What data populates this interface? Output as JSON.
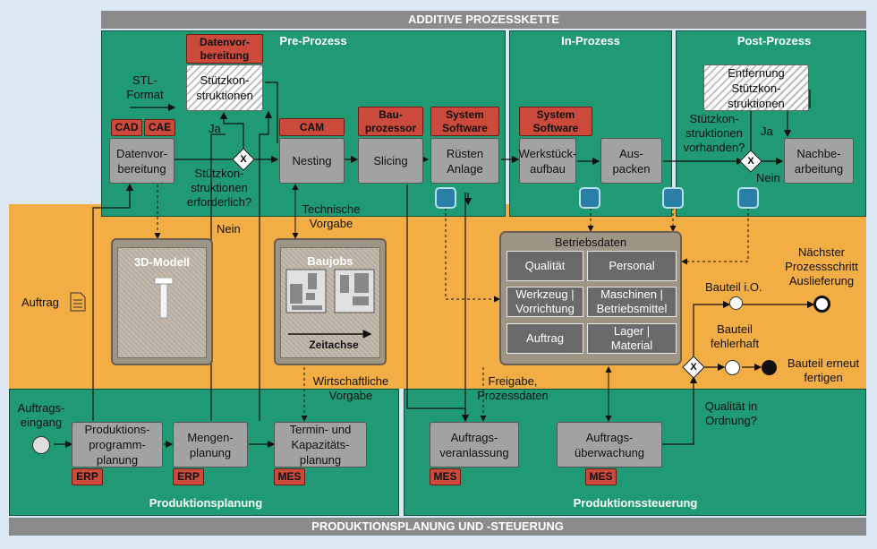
{
  "title_top": "ADDITIVE PROZESSKETTE",
  "title_bottom": "PRODUKTIONSPLANUNG UND -STEUERUNG",
  "phases": {
    "pre": "Pre-Prozess",
    "in": "In-Prozess",
    "post": "Post-Prozess"
  },
  "sections": {
    "planning": "Produktionsplanung",
    "control": "Produktionssteuerung"
  },
  "tags": {
    "datenvorbereitung": "Datenvor-\nbereitung",
    "cad": "CAD",
    "cae": "CAE",
    "cam": "CAM",
    "bauprozessor": "Bau-\nprozessor",
    "system1": "System\nSoftware",
    "system2": "System\nSoftware",
    "erp1": "ERP",
    "erp2": "ERP",
    "mes1": "MES",
    "mes2": "MES",
    "mes3": "MES"
  },
  "boxes": {
    "datenvorbereitung": "Datenvor-\nbereitung",
    "stuetzkon": "Stützkon-\nstruktionen",
    "nesting": "Nesting",
    "slicing": "Slicing",
    "ruesten": "Rüsten\nAnlage",
    "werkstueck": "Werkstück-\naufbau",
    "auspacken": "Aus-\npacken",
    "entfernung": "Entfernung\nStützkon-\nstruktionen",
    "nachbearbeitung": "Nachbe-\narbeitung",
    "produktionsprogramm": "Produktions-\nprogramm-\nplanung",
    "mengenplanung": "Mengen-\nplanung",
    "termin": "Termin- und\nKapazitäts-\nplanung",
    "auftragsveranlassung": "Auftrags-\nveranlassung",
    "auftragsueberwachung": "Auftrags-\nüberwachung"
  },
  "labels": {
    "stl": "STL-\nFormat",
    "ja1": "Ja",
    "stuetz_q": "Stützkon-\nstruktionen\nerforderlich?",
    "nein1": "Nein",
    "technische": "Technische\nVorgabe",
    "stuetz_vorhanden": "Stützkon-\nstruktionen\nvorhanden?",
    "ja2": "Ja",
    "nein2": "Nein",
    "auftrag": "Auftrag",
    "naechster": "Nächster\nProzessschritt\nAuslieferung",
    "bauteil_io": "Bauteil i.O.",
    "bauteil_fehlerhaft": "Bauteil\nfehlerhaft",
    "bauteil_erneut": "Bauteil erneut\nfertigen",
    "wirtschaftliche": "Wirtschaftliche\nVorgabe",
    "freigabe": "Freigabe,\nProzessdaten",
    "qualitaet": "Qualität in\nOrdnung?",
    "auftragseingang": "Auftrags-\neingang"
  },
  "data_stores": {
    "modell": {
      "title": "3D-Modell"
    },
    "baujobs": {
      "title": "Baujobs",
      "axis": "Zeitachse"
    },
    "betriebsdaten": {
      "title": "Betriebsdaten",
      "items": [
        "Qualität",
        "Personal",
        "Werkzeug |\nVorrichtung",
        "Maschinen |\nBetriebsmittel",
        "Auftrag",
        "Lager |\nMaterial"
      ]
    }
  },
  "gateway_symbol": "X",
  "colors": {
    "green": "#1f9a74",
    "orange": "#f3ad45",
    "tag_red": "#cb4a3c",
    "box_grey": "#a2a2a2",
    "band_grey": "#8b8b8b"
  }
}
